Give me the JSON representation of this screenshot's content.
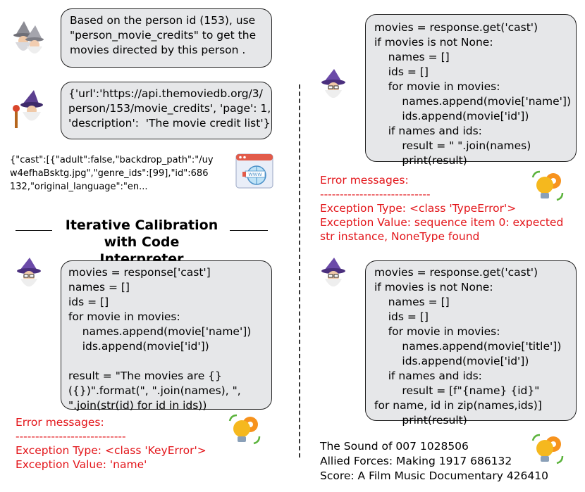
{
  "bubble_a": {
    "lines": [
      "Based on the person id (153), use",
      "\"person_movie_credits\" to get the",
      "movies directed by this person ."
    ]
  },
  "bubble_b": {
    "lines": [
      "{'url':'https://api.themoviedb.org/3/",
      "person/153/movie_credits', 'page': 1,",
      "'description':  'The movie credit list'}"
    ]
  },
  "response_text": {
    "lines": [
      "{\"cast\":[{\"adult\":false,\"backdrop_path\":\"/uy",
      "w4efhaBsktg.jpg\",\"genre_ids\":[99],\"id\":686",
      "132,\"original_language\":\"en..."
    ]
  },
  "section_title": {
    "line1": "Iterative Calibration",
    "line2": "with Code Interpreter"
  },
  "bubble_c": {
    "lines": [
      "movies = response['cast']",
      "names = []",
      "ids = []",
      "for movie in movies:",
      "    names.append(movie['name'])",
      "    ids.append(movie['id'])",
      "",
      "result = \"The movies are {}",
      "({})\".format(\", \".join(names), \",",
      "\".join(str(id) for id in ids))"
    ]
  },
  "error_1": {
    "heading": "Error messages:",
    "dashes": "----------------------------",
    "type": "Exception Type: <class 'KeyError'>",
    "value": "Exception Value: 'name'"
  },
  "bubble_d": {
    "lines": [
      "movies = response.get('cast')",
      "if movies is not None:",
      "    names = []",
      "    ids = []",
      "    for movie in movies:",
      "        names.append(movie['name'])",
      "        ids.append(movie['id'])",
      "    if names and ids:",
      "        result = \" \".join(names)",
      "        print(result)"
    ]
  },
  "error_2": {
    "heading": "Error messages:",
    "dashes": "----------------------------",
    "type": "Exception Type: <class 'TypeError'>",
    "value1": "Exception Value: sequence item 0: expected",
    "value2": "str instance, NoneType found"
  },
  "bubble_e": {
    "lines": [
      "movies = response.get('cast')",
      "if movies is not None:",
      "    names = []",
      "    ids = []",
      "    for movie in movies:",
      "        names.append(movie['title'])",
      "        ids.append(movie['id'])",
      "    if names and ids:",
      "        result = [f\"{name} {id}\"",
      "for name, id in zip(names,ids)]",
      "        print(result)"
    ]
  },
  "final_output": {
    "lines": [
      "The Sound of 007 1028506",
      "Allied Forces: Making 1917 686132",
      "Score: A Film Music Documentary 426410"
    ]
  },
  "colors": {
    "bubble_fill": "#e6e7e9",
    "error_red": "#e3161b",
    "bulb_yellow": "#f5b81e",
    "gear_orange": "#f7931e",
    "arrow_green": "#5bb33c"
  },
  "icons": [
    "wizard-pair-icon",
    "wizard-icon",
    "browser-globe-icon",
    "lightbulb-gear-icon"
  ]
}
